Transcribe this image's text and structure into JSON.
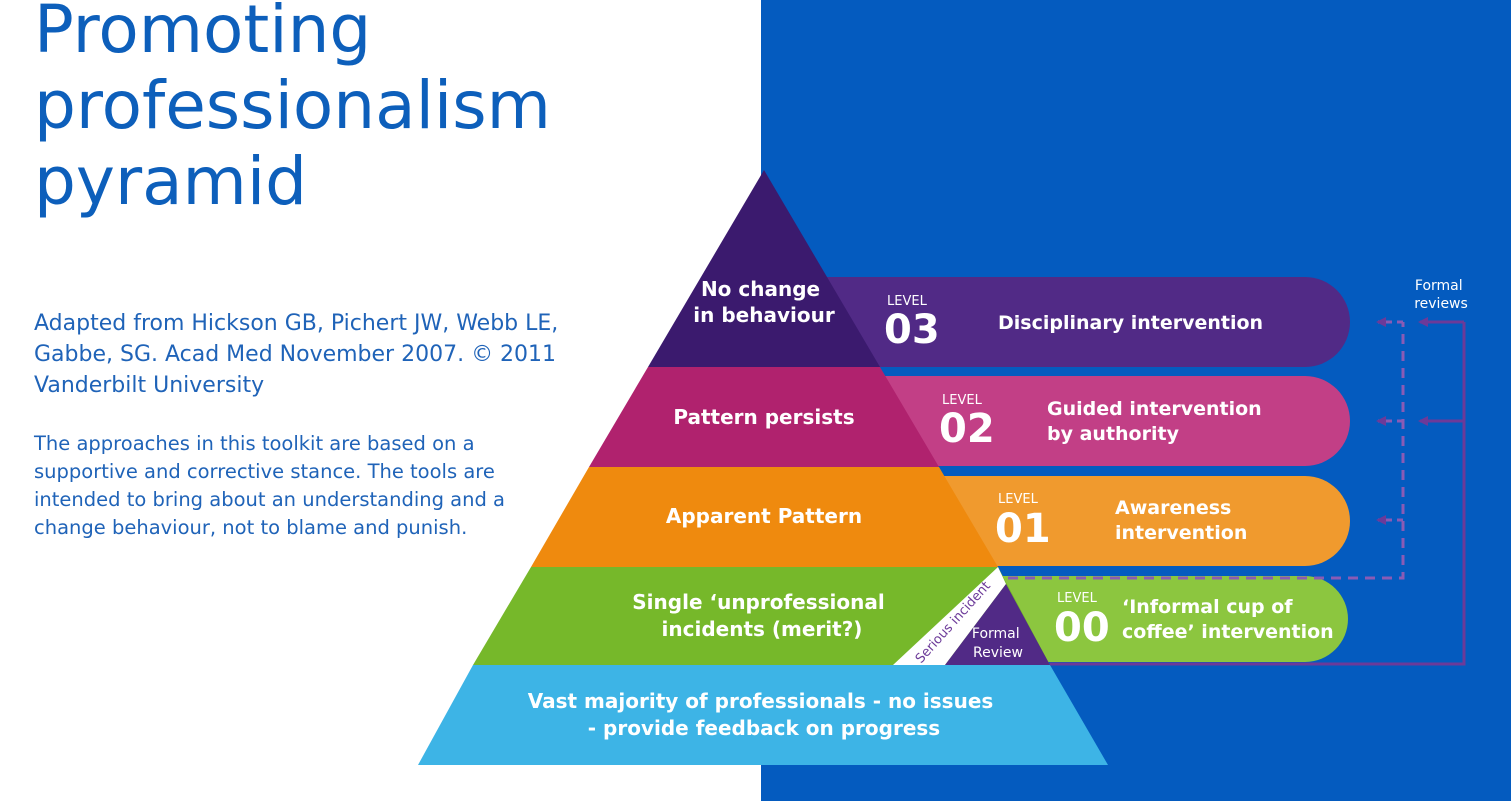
{
  "title": [
    "Promoting",
    "professionalism",
    "pyramid"
  ],
  "citation": "Adapted from Hickson GB, Pichert JW, Webb LE, Gabbe, SG. Acad Med November 2007. © 2011 Vanderbilt University",
  "description": "The approaches in this toolkit are based on a supportive and corrective stance. The tools are intended to bring about an understanding and a change behaviour, not to blame and punish.",
  "colors": {
    "background_right": "#045bbf",
    "tier_apex": "#3b1a6e",
    "tier_pattern_persists": "#b0226e",
    "tier_apparent_pattern": "#ef8a0e",
    "tier_single": "#76b82a",
    "tier_base": "#3db4e6",
    "band_level3": "#512a86",
    "band_level2": "#c23f86",
    "band_level1": "#f09a2e",
    "band_level0": "#8cc63f",
    "arrows": "#6c3a99"
  },
  "pyramid": {
    "tiers": [
      {
        "lines": [
          "No change",
          "in behaviour"
        ]
      },
      {
        "lines": [
          "Pattern persists"
        ]
      },
      {
        "lines": [
          "Apparent Pattern"
        ]
      },
      {
        "lines": [
          "Single ‘unprofessional",
          "incidents (merit?)"
        ]
      },
      {
        "lines": [
          "Vast majority of professionals - no issues",
          "- provide feedback on progress"
        ]
      }
    ],
    "serious_incident": "Serious incident",
    "formal_review": [
      "Formal",
      "Review"
    ]
  },
  "levels": [
    {
      "word": "LEVEL",
      "number": "03",
      "lines": [
        "Disciplinary intervention"
      ]
    },
    {
      "word": "LEVEL",
      "number": "02",
      "lines": [
        "Guided intervention",
        "by authority"
      ]
    },
    {
      "word": "LEVEL",
      "number": "01",
      "lines": [
        "Awareness",
        "intervention"
      ]
    },
    {
      "word": "LEVEL",
      "number": "00",
      "lines": [
        "‘Informal cup of",
        "coffee’ intervention"
      ]
    }
  ],
  "formal_reviews_label": [
    "Formal",
    "reviews"
  ]
}
